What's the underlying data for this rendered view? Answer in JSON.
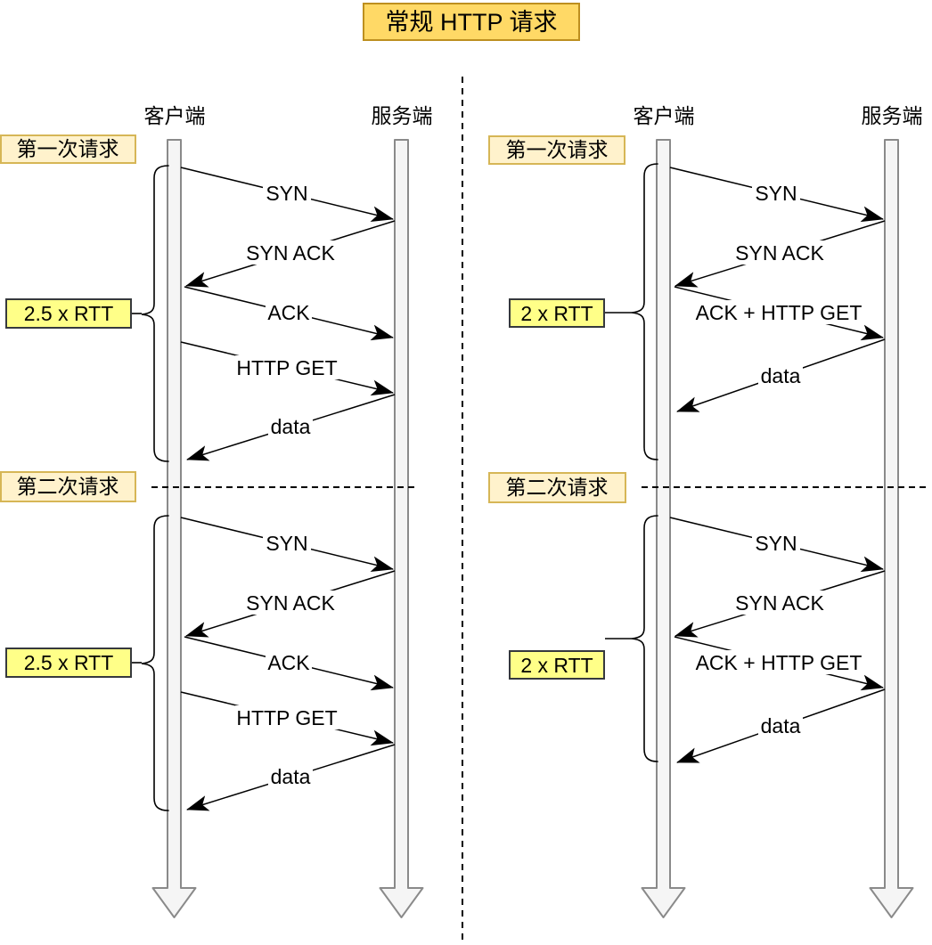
{
  "title": "常规 HTTP 请求",
  "panels": {
    "left": {
      "client_label": "客户端",
      "server_label": "服务端",
      "request1_label": "第一次请求",
      "request2_label": "第二次请求",
      "rtt_label": "2.5 x RTT",
      "messages": [
        "SYN",
        "SYN ACK",
        "ACK",
        "HTTP GET",
        "data"
      ]
    },
    "right": {
      "client_label": "客户端",
      "server_label": "服务端",
      "request1_label": "第一次请求",
      "request2_label": "第二次请求",
      "rtt_label": "2 x RTT",
      "messages": [
        "SYN",
        "SYN ACK",
        "ACK + HTTP GET",
        "data"
      ]
    }
  },
  "colors": {
    "title_fill": "#ffd966",
    "title_stroke": "#bd8f1f",
    "note_fill": "#fff2cc",
    "note_stroke": "#d6b656",
    "rtt_fill": "#ffff88",
    "rtt_stroke": "#36393d",
    "lifeline_fill": "#f5f5f5",
    "lifeline_stroke": "#8a8a8a",
    "line_color": "#000000"
  }
}
